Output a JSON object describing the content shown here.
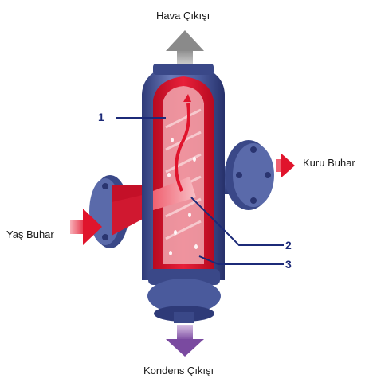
{
  "labels": {
    "air_outlet": "Hava Çıkışı",
    "dry_steam": "Kuru Buhar",
    "wet_steam": "Yaş Buhar",
    "condensate_outlet": "Kondens Çıkışı"
  },
  "callouts": {
    "n1": "1",
    "n2": "2",
    "n3": "3"
  },
  "colors": {
    "body_blue": "#4a5a9c",
    "body_dark": "#2e3a78",
    "inner_red": "#e0142c",
    "steam_pink": "#f4a0a8",
    "arrow_grey": "#9a9a9a",
    "arrow_purple": "#8a5aa8",
    "callout_navy": "#1c2a78"
  },
  "icons": {
    "top_arrow": "arrow-up-icon",
    "right_arrow": "arrow-right-icon",
    "left_arrow": "arrow-right-icon",
    "bottom_arrow": "arrow-down-icon"
  }
}
